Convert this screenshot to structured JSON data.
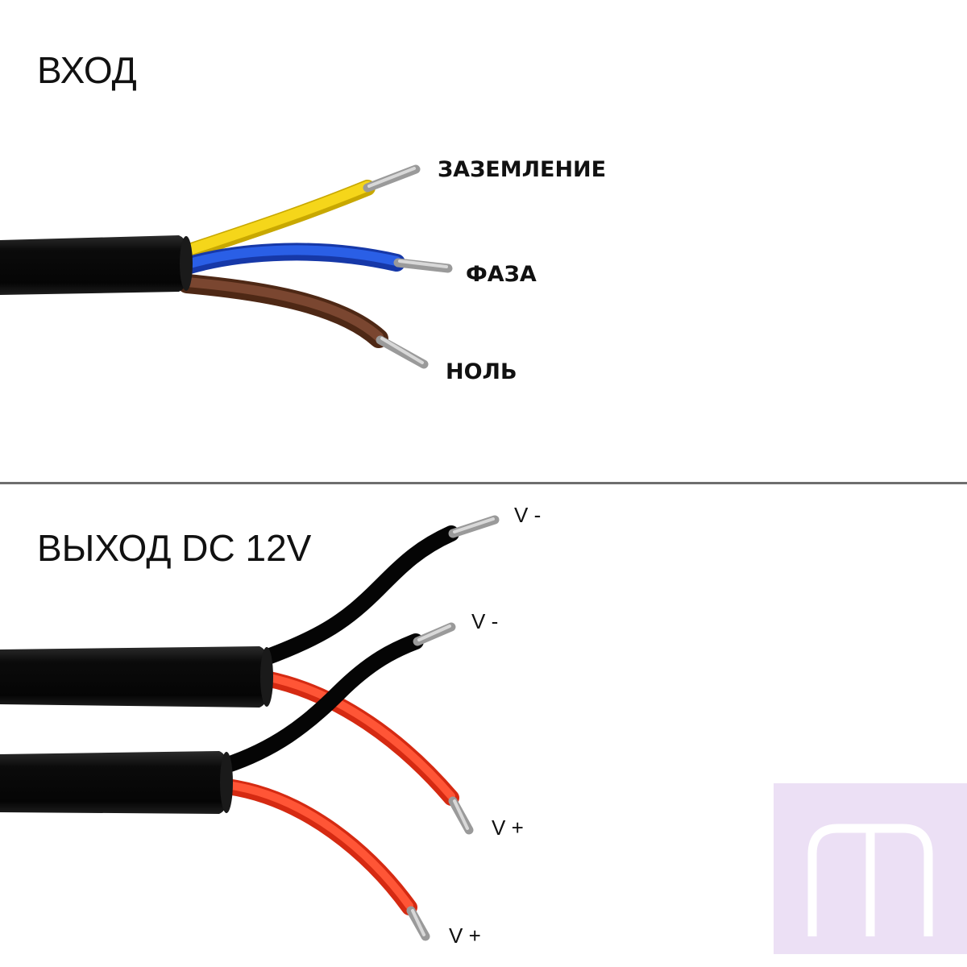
{
  "input_section": {
    "title": "ВХОД",
    "wires": [
      {
        "label": "ЗАЗЕМЛЕНИЕ",
        "color": "#f2d213"
      },
      {
        "label": "ФАЗА",
        "color": "#1d4fd6"
      },
      {
        "label": "НОЛЬ",
        "color": "#6b3a22"
      }
    ]
  },
  "output_section": {
    "title": "ВЫХОД DC 12V",
    "pins": [
      {
        "label": "V -",
        "color": "#111111"
      },
      {
        "label": "V -",
        "color": "#111111"
      },
      {
        "label": "V +",
        "color": "#ff4a2e"
      },
      {
        "label": "V +",
        "color": "#ff4a2e"
      }
    ]
  },
  "colors": {
    "divider": "#6e6e6e",
    "cable_jacket": "#0c0c0c",
    "logo_background": "#ece0f5",
    "logo_mark": "#ffffff"
  },
  "logo": {
    "icon": "m-logo-icon"
  }
}
